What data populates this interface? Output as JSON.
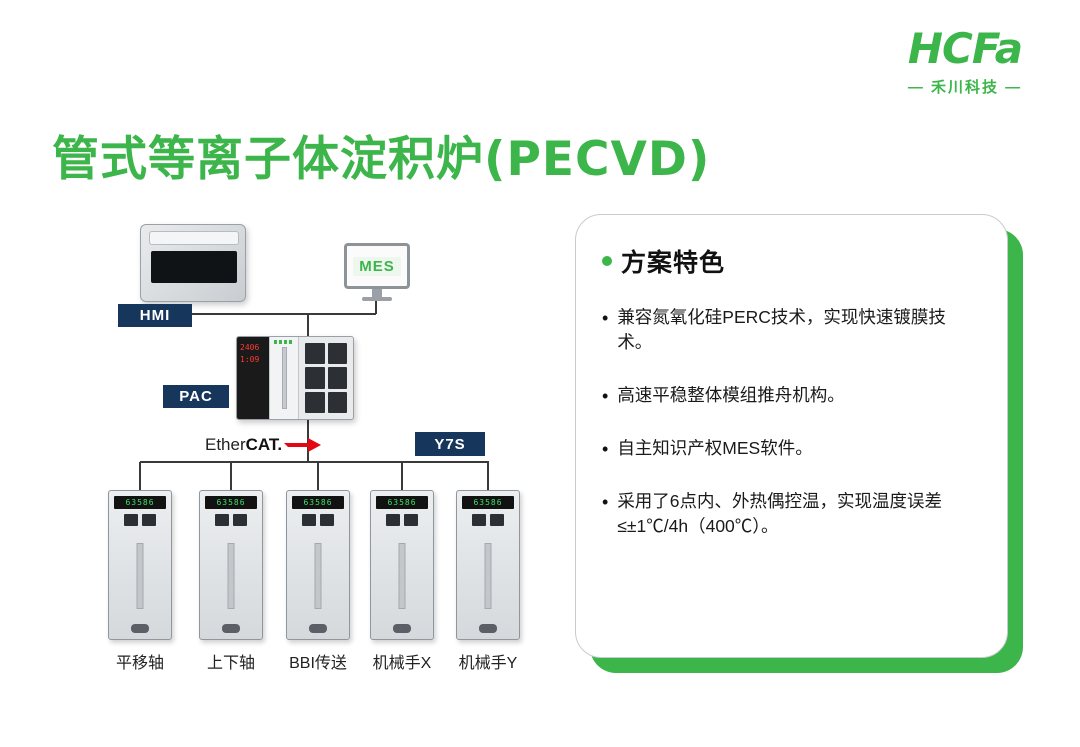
{
  "logo": {
    "brand": "HCFa",
    "subtitle": "— 禾川科技 —"
  },
  "title": "管式等离子体淀积炉(PECVD)",
  "diagram": {
    "hmi_label": "HMI",
    "mes_label": "MES",
    "pac_label": "PAC",
    "pac_display_line1": "2406",
    "pac_display_line2": "1:09",
    "ethercat_part1": "Ether",
    "ethercat_part2": "CAT.",
    "y7s_label": "Y7S",
    "drive_display": "63586",
    "drive_labels": [
      "平移轴",
      "上下轴",
      "BBI传送",
      "机械手X",
      "机械手Y"
    ]
  },
  "panel": {
    "heading": "方案特色",
    "bullet_char": "•",
    "bullets": [
      "兼容氮氧化硅PERC技术，实现快速镀膜技术。",
      "高速平稳整体模组推舟机构。",
      "自主知识产权MES软件。",
      "采用了6点内、外热偶控温，实现温度误差≤±1℃/4h（400℃）。"
    ]
  }
}
